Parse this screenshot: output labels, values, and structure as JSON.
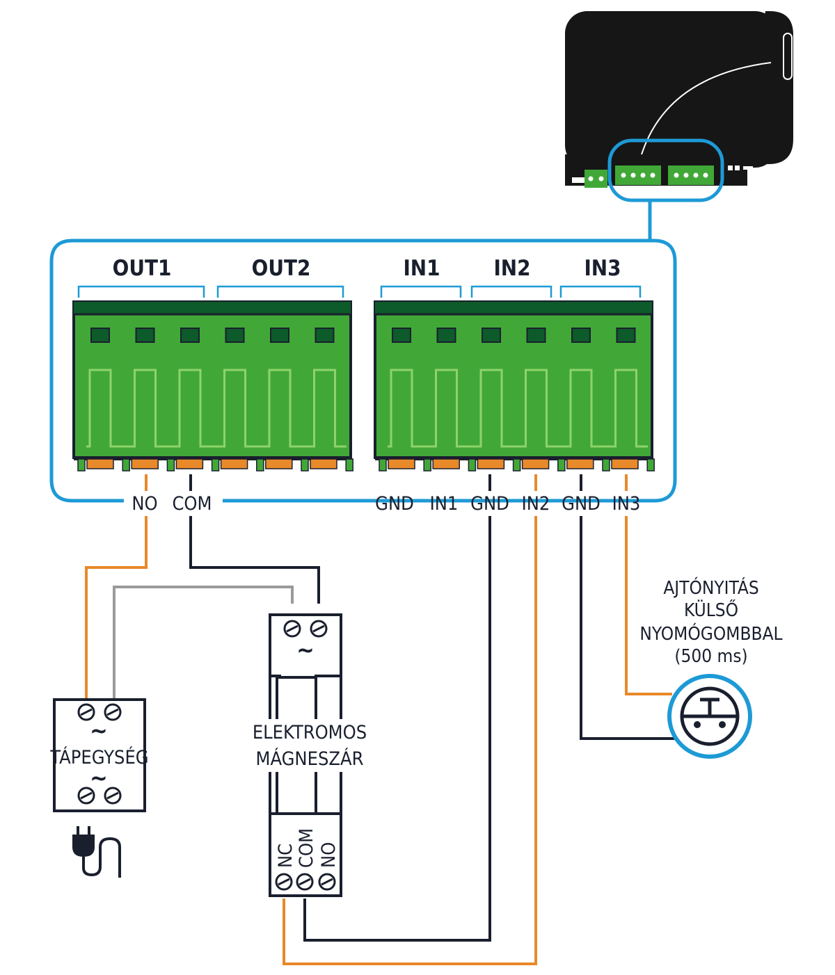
{
  "colors": {
    "cable_blue": "#1d9ad6",
    "wire_orange": "#e8892a",
    "wire_black": "#1a1f2e",
    "wire_gray": "#9a9a9a",
    "terminal_green": "#41a838",
    "terminal_green_dark": "#0d5a2a",
    "terminal_light": "#8fd36a",
    "pin_orange": "#e8892a",
    "device_black": "#161616"
  },
  "terminal_groups": {
    "out1": "OUT1",
    "out2": "OUT2",
    "in1": "IN1",
    "in2": "IN2",
    "in3": "IN3"
  },
  "pin_labels": {
    "no": "NO",
    "com": "COM",
    "gnd1": "GND",
    "in1": "IN1",
    "gnd2": "GND",
    "in2": "IN2",
    "gnd3": "GND",
    "in3": "IN3"
  },
  "power_supply": {
    "label": "TÁPEGYSÉG",
    "ac_symbol": "~",
    "plug_icon": "power-plug-icon"
  },
  "lock": {
    "label_line1": "ELEKTROMOS",
    "label_line2": "MÁGNESZÁR",
    "ac_symbol": "~",
    "pin_nc": "NC",
    "pin_com": "COM",
    "pin_no": "NO"
  },
  "push_button": {
    "line1": "AJTÓNYITÁS",
    "line2": "KÜLSŐ",
    "line3": "NYOMÓGOMBBAL",
    "line4": "(500 ms)",
    "icon": "push-button-icon"
  }
}
